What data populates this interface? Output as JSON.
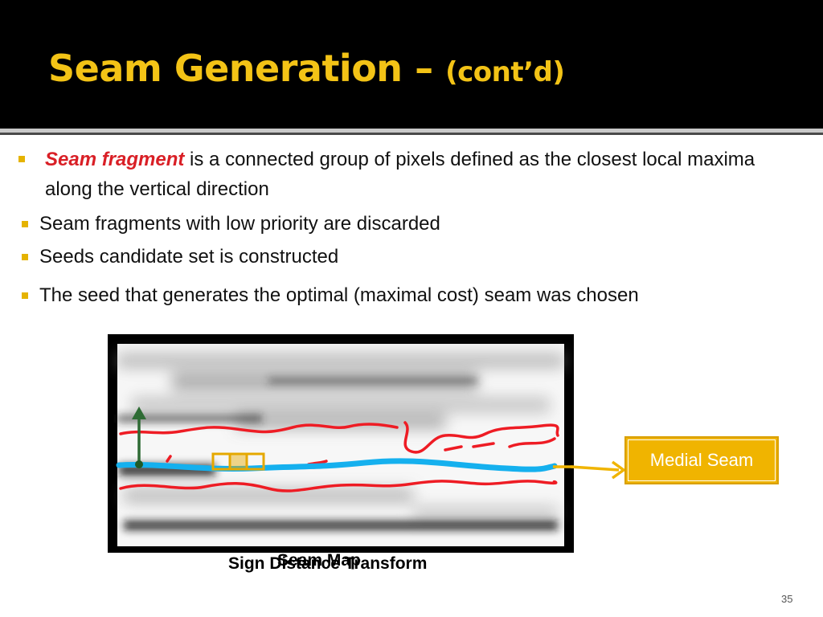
{
  "slide": {
    "title": "Seam Generation –",
    "title_sub": "(cont’d)",
    "bullets": [
      {
        "emph": "Seam fragment",
        "text": " is a connected group of pixels defined as the closest local maxima along the vertical direction"
      },
      {
        "text": "Seam fragments with low priority are discarded"
      },
      {
        "text": "Seeds candidate set is constructed"
      },
      {
        "text": "The seed that generates the optimal (maximal cost) seam  was chosen"
      }
    ],
    "figure": {
      "label_box": "Medial Seam",
      "caption_1": "Sign Distance Transform",
      "caption_2": "Seam Map"
    },
    "page_number": "35"
  },
  "colors": {
    "title": "#f3c316",
    "bullet_marker": "#e5b300",
    "emphasis": "#d91f26",
    "seam_blue": "#15b0ee",
    "fragment_red": "#ee1c24",
    "arrow_green": "#2e7d32",
    "box_gold": "#f0b400"
  }
}
